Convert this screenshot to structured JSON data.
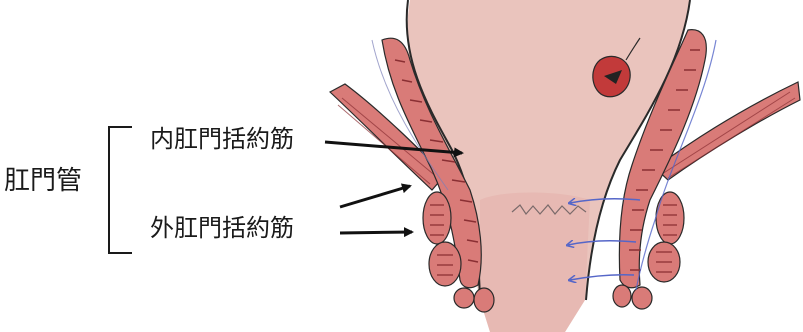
{
  "labels": {
    "anal_canal": "肛門管",
    "internal_sphincter": "内肛門括約筋",
    "external_sphincter": "外肛門括約筋"
  },
  "colors": {
    "mucosa": "#eac4bd",
    "muscle": "#d97b78",
    "muscle_stripe": "#8a2f33",
    "outline": "#2a2a2a",
    "arrow_blue": "#5566c8",
    "lesion": "#c23a3a"
  }
}
